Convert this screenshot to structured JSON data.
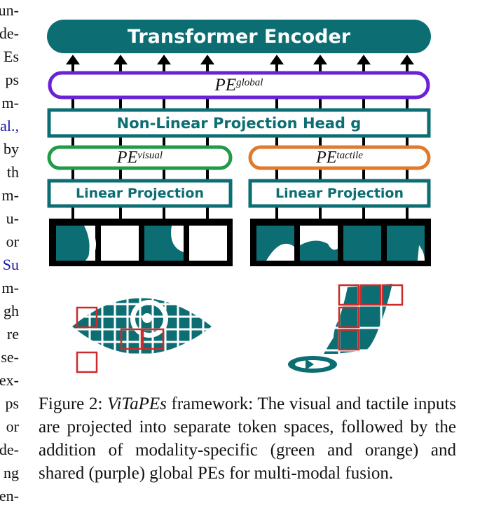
{
  "left_column_fragments": [
    "un-",
    "de-",
    "Es",
    "ps",
    "m-",
    "al.,",
    "by",
    "th",
    "m-",
    "u-",
    "or",
    "Su",
    "m-",
    "gh",
    "re",
    "se-",
    "ex-",
    "ps",
    "or",
    "de-",
    "ng",
    "en-"
  ],
  "diagram": {
    "encoder_label": "Transformer Encoder",
    "pe_global": {
      "base": "PE",
      "sup": "global"
    },
    "projection_head_label": "Non-Linear Projection Head g",
    "pe_visual": {
      "base": "PE",
      "sup": "visual"
    },
    "pe_tactile": {
      "base": "PE",
      "sup": "tactile"
    },
    "linear_projection_left": "Linear Projection",
    "linear_projection_right": "Linear Projection"
  },
  "colors": {
    "teal": "#0c6e73",
    "purple": "#6a22d6",
    "green": "#229a48",
    "orange": "#e07a2c",
    "patch_red": "#cc2b2b"
  },
  "caption": {
    "prefix": "Figure 2: ",
    "name": "ViTaPEs",
    "text": " framework: The visual and tactile inputs are projected into separate token spaces, followed by the addition of modality-specific (green and orange) and shared (purple) global PEs for multi-modal fusion."
  }
}
